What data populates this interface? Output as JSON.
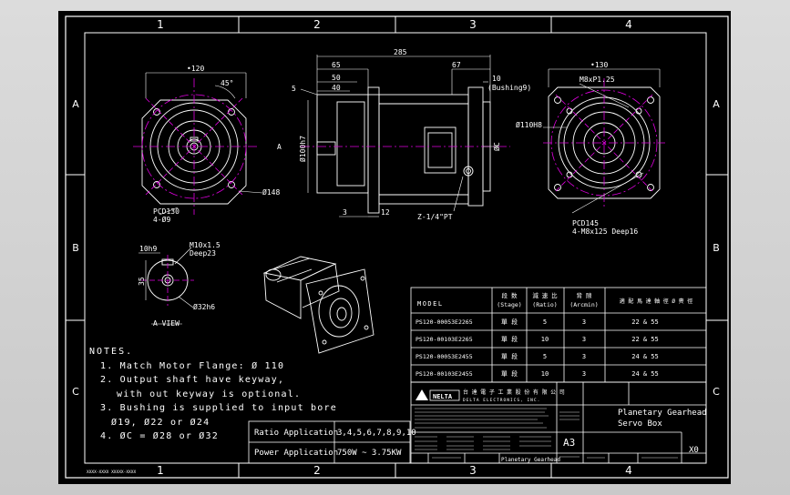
{
  "border": {
    "cols": [
      "1",
      "2",
      "3",
      "4"
    ],
    "rows": [
      "A",
      "B",
      "C"
    ]
  },
  "front_view": {
    "dia": "•120",
    "angle": "45°",
    "pcd": "PCD130",
    "holes": "4-Ø9",
    "flange": "Ø148"
  },
  "side_view": {
    "d285": "285",
    "d65": "65",
    "d67": "67",
    "d50": "50",
    "d40": "40",
    "d5": "5",
    "d10": "10",
    "bushing": "(Bushing9)",
    "shaft": "Ø100h7",
    "label_a": "A",
    "d3": "3",
    "d12": "12",
    "plug": "Z-1/4\"PT"
  },
  "rear_view": {
    "dia": "•130",
    "thread": "M8xP1.25",
    "bore": "Ø110H8",
    "pcd": "PCD145",
    "holes": "4-M8x125 Deep16"
  },
  "a_view": {
    "key": "10h9",
    "tap": "M10x1.5",
    "deep": "Deep23",
    "d35": "35",
    "dia": "Ø32h6",
    "title": "A VIEW"
  },
  "notes": {
    "title": "NOTES.",
    "lines": [
      "1. Match Motor Flange: Ø 110",
      "2. Output shaft have keyway,",
      "with out keyway is optional.",
      "3. Bushing is supplied to input bore",
      "Ø19, Ø22  or Ø24",
      "4. ØC = Ø28 or Ø32"
    ]
  },
  "application": {
    "ratio_label": "Ratio Application",
    "ratio_value": "3,4,5,6,7,8,9,10",
    "power_label": "Power Application",
    "power_value": "750W ~ 3.75KW"
  },
  "model_table": {
    "headers": [
      "MODEL",
      "段 数\n(Stage)",
      "減 速 比\n(Ratio)",
      "背 隙\n(Arcmin)",
      "適 配 馬 達 軸 徑 Ø 軣 徑"
    ],
    "rows": [
      [
        "PS120-00053E2265",
        "單 段",
        "5",
        "3",
        "22 & 55"
      ],
      [
        "PS120-00103E2265",
        "單 段",
        "10",
        "3",
        "22 & 55"
      ],
      [
        "PS120-00053E2455",
        "單 段",
        "5",
        "3",
        "24 & 55"
      ],
      [
        "PS120-00103E2455",
        "單 段",
        "10",
        "3",
        "24 & 55"
      ]
    ]
  },
  "title_block": {
    "company_zh": "台 達 電 子 工 業 股 份 有 限 公 司",
    "company_en": "DELTA ELECTRONICS, INC.",
    "sheet_size": "A3",
    "drawing_title": "Planetary Gearhead",
    "drawing_subtitle": "Servo Box",
    "x0": "X0",
    "bottom_name": "Planetary Gearhead",
    "footer": "XXXX-XXXX  XXXXX-XXXX"
  },
  "colors": {
    "bg": "#000000",
    "line": "#ffffff",
    "center": "#e000e0",
    "dim": "#ffffff"
  }
}
